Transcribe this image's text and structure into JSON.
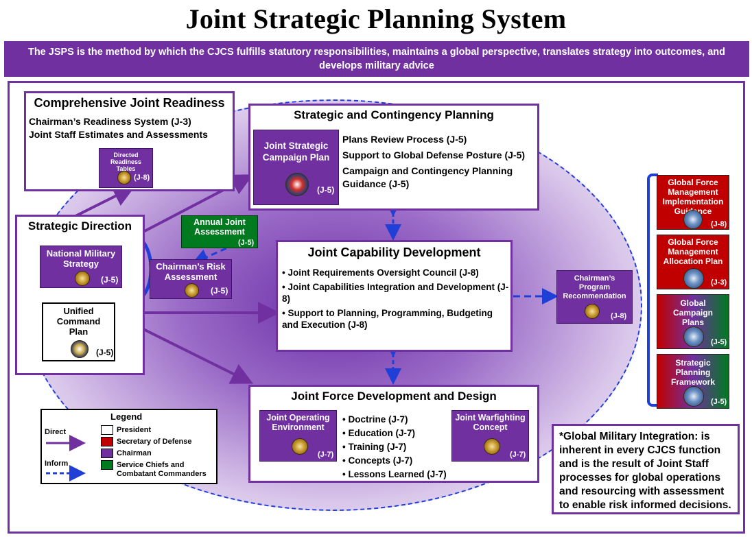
{
  "title": "Joint Strategic Planning System",
  "banner": "The JSPS is the method by which the CJCS fulfills statutory responsibilities, maintains a global perspective, translates strategy into outcomes, and develops military advice",
  "readiness": {
    "title": "Comprehensive Joint Readiness",
    "lines": [
      "Chairman’s Readiness System (J-3)",
      "Joint Staff Estimates and Assessments"
    ],
    "product": {
      "label": "Directed Readiness Tables",
      "code": "(J-8)"
    }
  },
  "strategic_direction": {
    "title": "Strategic Direction",
    "nms": {
      "label": "National Military Strategy",
      "code": "(J-5)"
    },
    "ucp": {
      "label": "Unified Command Plan",
      "code": "(J-5)"
    }
  },
  "annual_assessment": {
    "label": "Annual Joint Assessment",
    "code": "(J-5)"
  },
  "risk_assessment": {
    "label": "Chairman’s Risk Assessment",
    "code": "(J-5)"
  },
  "planning": {
    "title": "Strategic and Contingency Planning",
    "jscp": {
      "label": "Joint Strategic Campaign Plan",
      "code": "(J-5)"
    },
    "lines": [
      "Plans Review Process (J-5)",
      "Support to Global Defense Posture (J-5)",
      "Campaign and Contingency Planning Guidance (J-5)"
    ]
  },
  "capability": {
    "title": "Joint Capability Development",
    "items": [
      "Joint Requirements Oversight Council (J-8)",
      "Joint Capabilities Integration and Development (J-8)",
      "Support to Planning, Programming, Budgeting and Execution (J-8)"
    ]
  },
  "program_rec": {
    "label": "Chairman’s Program Recommendation",
    "code": "(J-8)"
  },
  "force_dev": {
    "title": "Joint Force Development and Design",
    "joe": {
      "label": "Joint Operating Environment",
      "code": "(J-7)"
    },
    "jwc": {
      "label": "Joint Warfighting Concept",
      "code": "(J-7)"
    },
    "items": [
      "Doctrine (J-7)",
      "Education (J-7)",
      "Training (J-7)",
      "Concepts (J-7)",
      "Lessons Learned (J-7)"
    ]
  },
  "gfm": [
    {
      "label": "Global Force Management Implementation Guidance",
      "code": "(J-8)"
    },
    {
      "label": "Global Force Management Allocation Plan",
      "code": "(J-3)"
    },
    {
      "label": "Global Campaign Plans",
      "code": "(J-5)"
    },
    {
      "label": "Strategic Planning Framework",
      "code": "(J-5)"
    }
  ],
  "legend": {
    "title": "Legend",
    "direct": "Direct",
    "inform": "Inform",
    "entries": [
      "President",
      "Secretary of Defense",
      "Chairman",
      "Service Chiefs and Combatant Commanders"
    ]
  },
  "gmi_note": "*Global Military Integration: is inherent in every CJCS function and is the result of Joint Staff processes for global operations and resourcing with assessment to enable risk informed decisions.",
  "colors": {
    "purple": "#7030a0",
    "red": "#c00000",
    "green": "#007a1f",
    "blue_dash": "#1f3fd6"
  }
}
